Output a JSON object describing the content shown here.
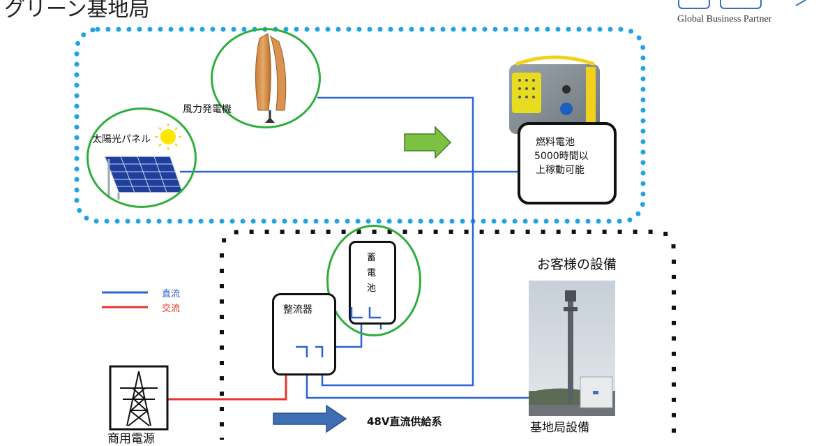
{
  "page": {
    "title": "グリーン基地局",
    "logo_text": "Global Business Partner"
  },
  "legend": [
    {
      "label": "直流",
      "color": "#2a63d6"
    },
    {
      "label": "交流",
      "color": "#e8342b"
    }
  ],
  "renewables": {
    "wind_label": "風力発電機",
    "solar_label": "太陽光パネル"
  },
  "fuel_cell": {
    "line1": "燃料電池",
    "line2": "5000時間以",
    "line3": "上稼動可能"
  },
  "customer": {
    "area_label": "お客様の設備",
    "battery_label": [
      "蓄",
      "電",
      "池"
    ],
    "rectifier_label": "整流器",
    "base_station_label": "基地局設備"
  },
  "supply": {
    "label": "48V直流供給系",
    "grid_label": "商用電源"
  },
  "colors": {
    "dc": "#2a63d6",
    "ac": "#e8342b",
    "renewable_boundary": "#1fa3e8",
    "circle": "#2eae3a",
    "green_arrow": "#7cc142",
    "blue_arrow": "#3e6fb5"
  }
}
